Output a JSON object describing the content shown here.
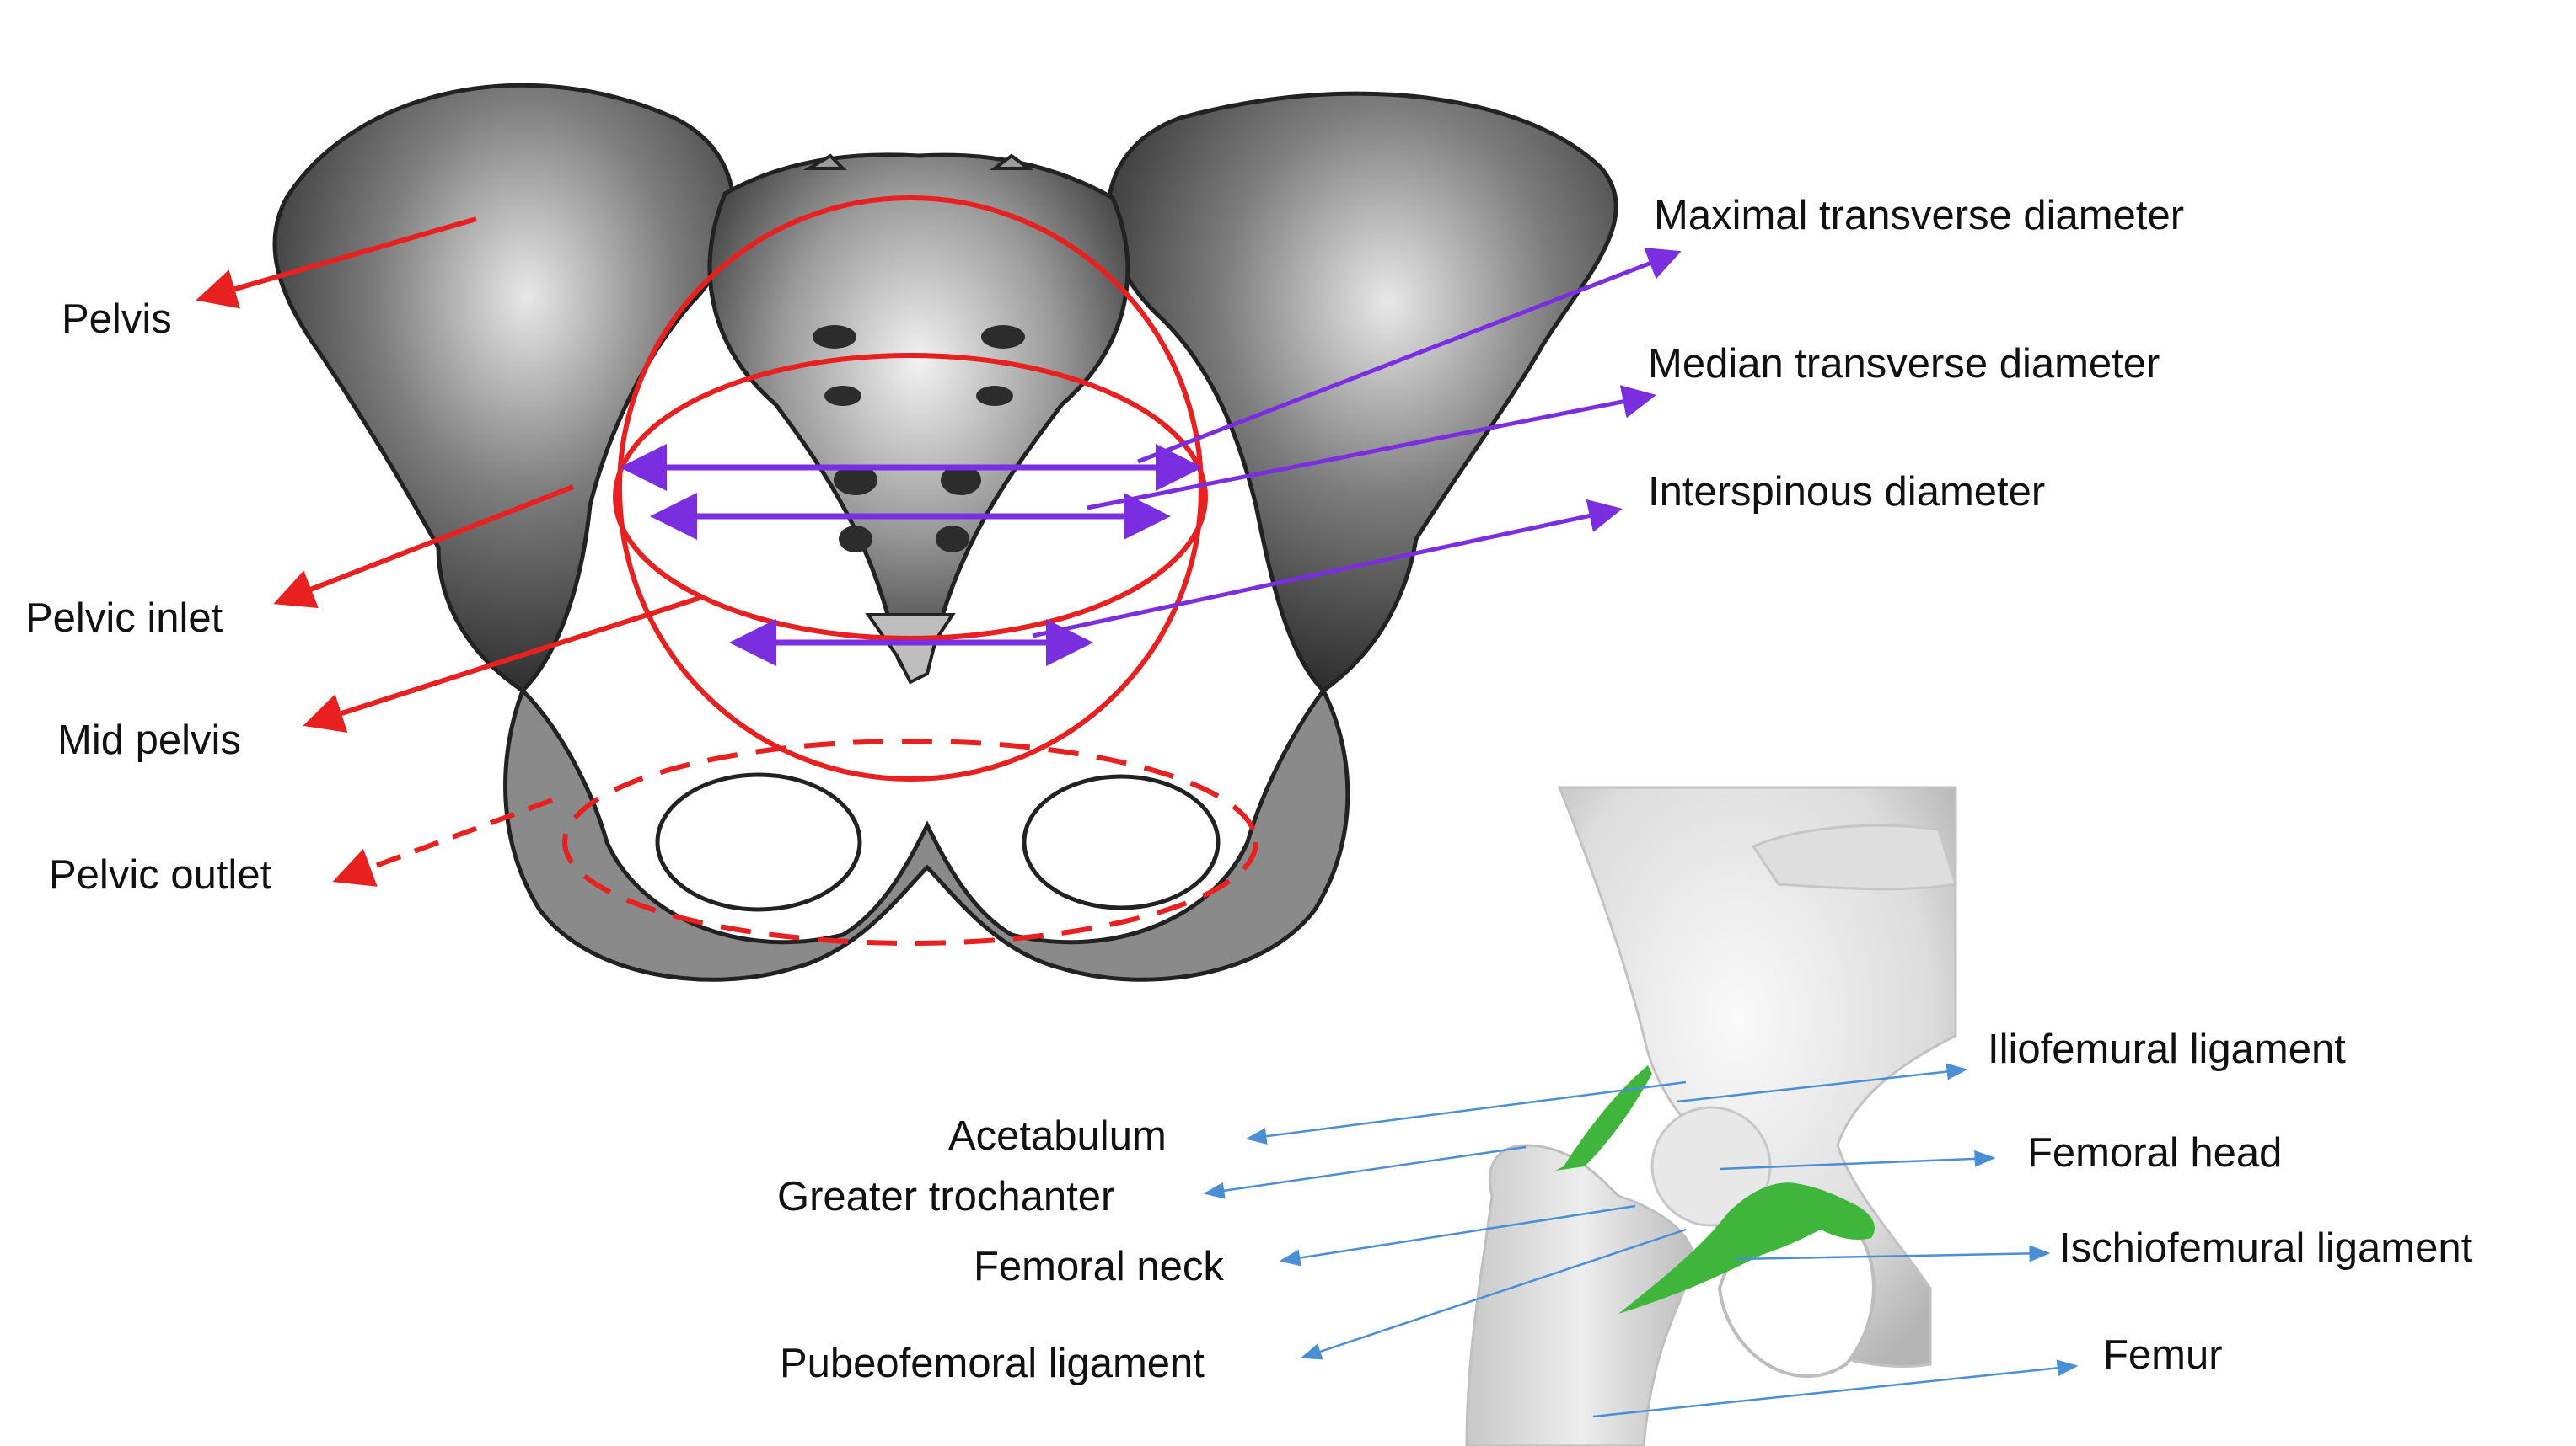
{
  "colors": {
    "pelvis_annotation": "#e8201f",
    "diameter_annotation": "#7b2ee0",
    "hip_annotation": "#4a8fd6",
    "ligament_fill": "#3fb63b",
    "bone_dark": "#3a3a3a",
    "bone_light": "#e4e4e4",
    "text": "#111111"
  },
  "pelvis_labels": {
    "pelvis": "Pelvis",
    "pelvic_inlet": "Pelvic inlet",
    "mid_pelvis": "Mid pelvis",
    "pelvic_outlet": "Pelvic outlet"
  },
  "diameter_labels": {
    "maximal_transverse": "Maximal transverse diameter",
    "median_transverse": "Median transverse diameter",
    "interspinous": "Interspinous diameter"
  },
  "hip_labels": {
    "acetabulum": "Acetabulum",
    "greater_trochanter": "Greater trochanter",
    "femoral_neck": "Femoral neck",
    "pubeofemoral_ligament": "Pubeofemoral ligament",
    "iliofemural_ligament": "Iliofemural ligament",
    "femoral_head": "Femoral head",
    "ischiofemural_ligament": "Ischiofemural ligament",
    "femur": "Femur"
  }
}
